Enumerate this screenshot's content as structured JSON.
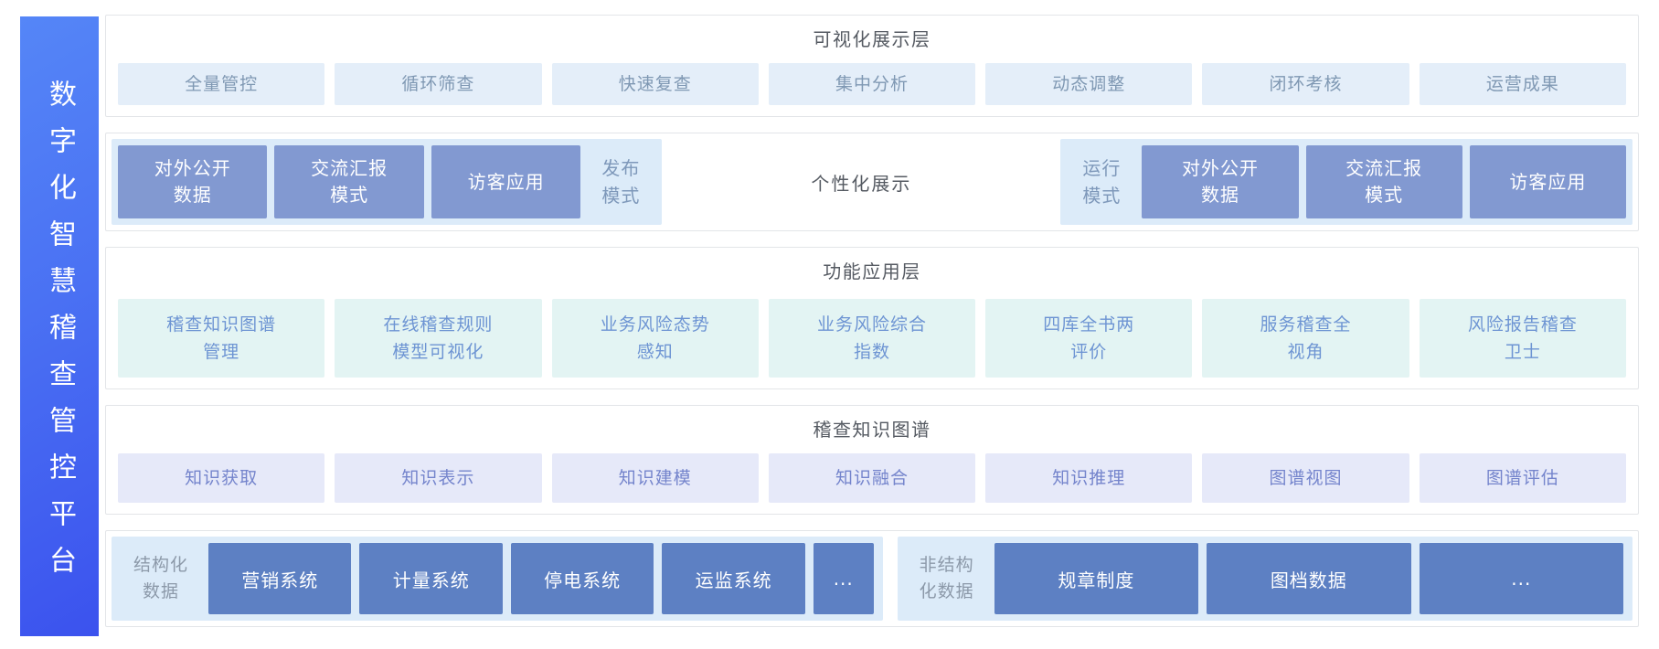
{
  "sidebar": {
    "title": "数字化智慧稽查管控平台"
  },
  "visualization_layer": {
    "title": "可视化展示层",
    "items": [
      "全量管控",
      "循环筛查",
      "快速复查",
      "集中分析",
      "动态调整",
      "闭环考核",
      "运营成果"
    ]
  },
  "display_mode_layer": {
    "publish": {
      "label": "发布\n模式",
      "items": [
        "对外公开\n数据",
        "交流汇报\n模式",
        "访客应用"
      ]
    },
    "personalized_label": "个性化展示",
    "runtime": {
      "label": "运行\n模式",
      "items": [
        "对外公开\n数据",
        "交流汇报\n模式",
        "访客应用"
      ]
    }
  },
  "function_layer": {
    "title": "功能应用层",
    "items": [
      "稽查知识图谱\n管理",
      "在线稽查规则\n模型可视化",
      "业务风险态势\n感知",
      "业务风险综合\n指数",
      "四库全书两\n评价",
      "服务稽查全\n视角",
      "风险报告稽查\n卫士"
    ]
  },
  "knowledge_graph_layer": {
    "title": "稽查知识图谱",
    "items": [
      "知识获取",
      "知识表示",
      "知识建模",
      "知识融合",
      "知识推理",
      "图谱视图",
      "图谱评估"
    ]
  },
  "data_layer": {
    "structured": {
      "label": "结构化\n数据",
      "items": [
        "营销系统",
        "计量系统",
        "停电系统",
        "运监系统",
        "..."
      ]
    },
    "unstructured": {
      "label": "非结构\n化数据",
      "items": [
        "规章制度",
        "图档数据",
        "..."
      ]
    }
  },
  "colors": {
    "sidebar_gradient_start": "#5586f7",
    "sidebar_gradient_end": "#3b52ee",
    "light_blue_item_bg": "#e4eef9",
    "light_blue_item_text": "#7f98b3",
    "panel_bg": "#dcebf9",
    "mode_box_bg": "#8299d1",
    "mint_item_bg": "#e3f4f3",
    "mint_item_text": "#6d94d3",
    "lavender_item_bg": "#e6e9f9",
    "lavender_item_text": "#7484cc",
    "data_box_bg": "#5d80c3",
    "title_text": "#555a62"
  }
}
